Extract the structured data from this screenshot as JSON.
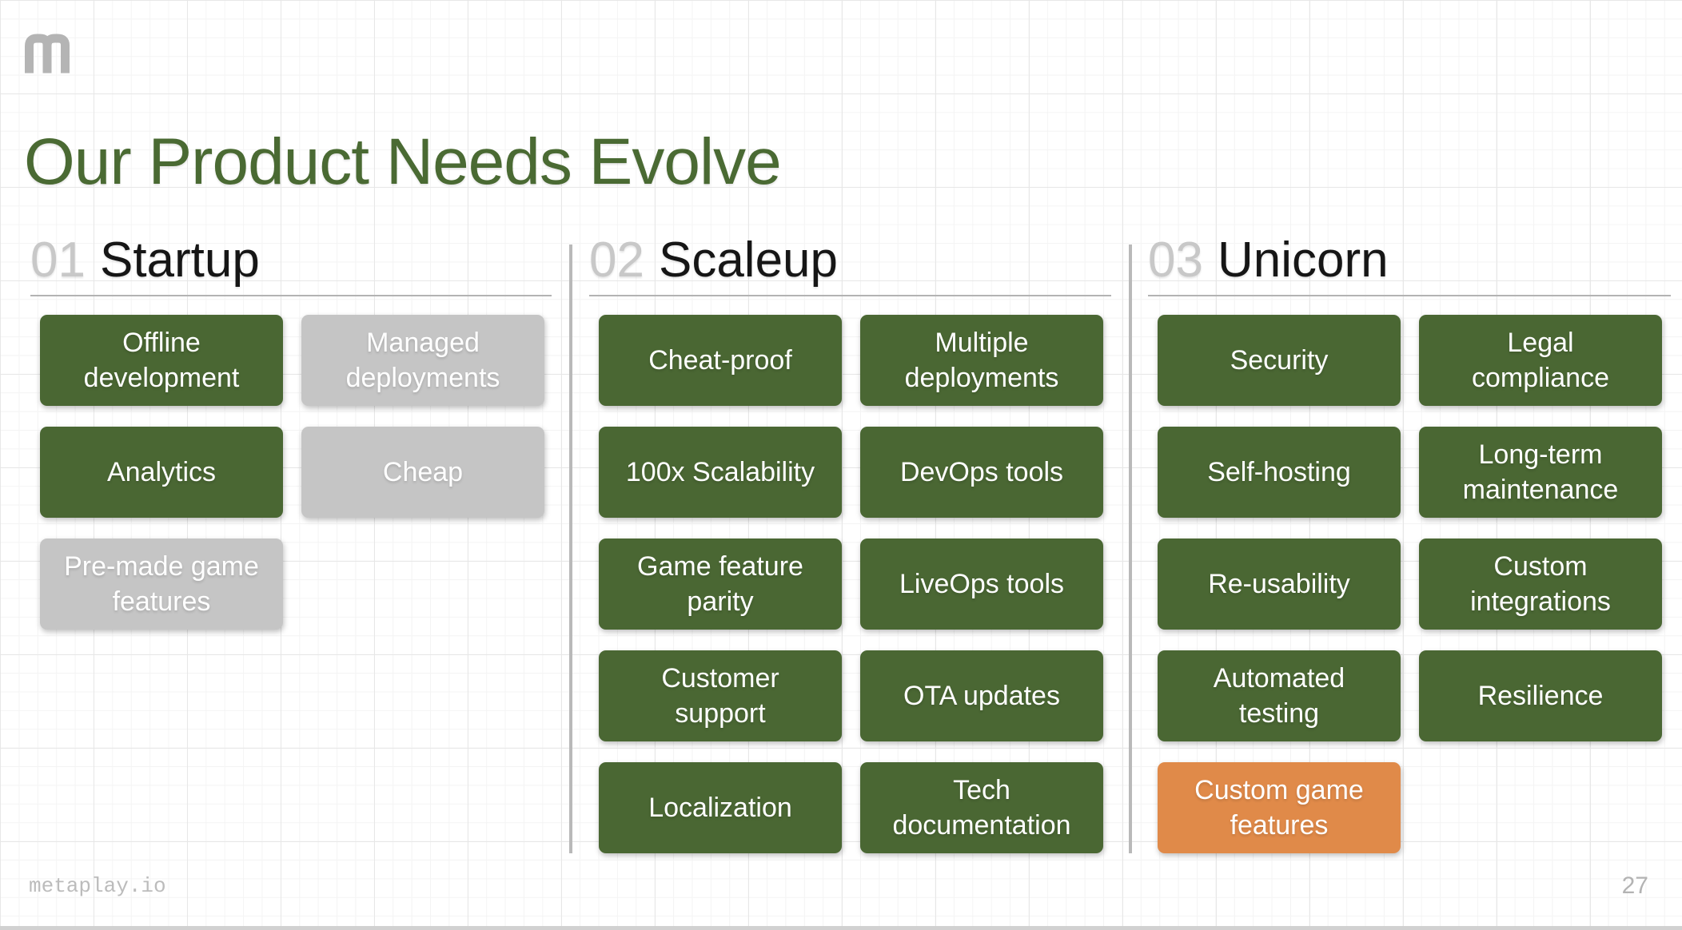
{
  "slide": {
    "title": "Our Product Needs Evolve",
    "logo": "metaplay-m-logo",
    "footer": {
      "site": "metaplay.io",
      "page_number": "27"
    }
  },
  "colors": {
    "chip_green": "#4a6733",
    "chip_gray": "#c5c5c5",
    "chip_orange": "#e08a49",
    "title_green": "#4a6a33",
    "heading_number_gray": "#c8c8c8",
    "heading_text": "#161616"
  },
  "columns": [
    {
      "number": "01",
      "name": "Startup",
      "chips": [
        {
          "label": "Offline development",
          "variant": "green"
        },
        {
          "label": "Managed deployments",
          "variant": "gray"
        },
        {
          "label": "Analytics",
          "variant": "green"
        },
        {
          "label": "Cheap",
          "variant": "gray"
        },
        {
          "label": "Pre-made game features",
          "variant": "gray"
        }
      ]
    },
    {
      "number": "02",
      "name": "Scaleup",
      "chips": [
        {
          "label": "Cheat-proof",
          "variant": "green"
        },
        {
          "label": "Multiple deployments",
          "variant": "green"
        },
        {
          "label": "100x Scalability",
          "variant": "green"
        },
        {
          "label": "DevOps tools",
          "variant": "green"
        },
        {
          "label": "Game feature parity",
          "variant": "green"
        },
        {
          "label": "LiveOps tools",
          "variant": "green"
        },
        {
          "label": "Customer support",
          "variant": "green"
        },
        {
          "label": "OTA updates",
          "variant": "green"
        },
        {
          "label": "Localization",
          "variant": "green"
        },
        {
          "label": "Tech documentation",
          "variant": "green"
        }
      ]
    },
    {
      "number": "03",
      "name": "Unicorn",
      "chips": [
        {
          "label": "Security",
          "variant": "green"
        },
        {
          "label": "Legal compliance",
          "variant": "green"
        },
        {
          "label": "Self-hosting",
          "variant": "green"
        },
        {
          "label": "Long-term maintenance",
          "variant": "green"
        },
        {
          "label": "Re-usability",
          "variant": "green"
        },
        {
          "label": "Custom integrations",
          "variant": "green"
        },
        {
          "label": "Automated testing",
          "variant": "green"
        },
        {
          "label": "Resilience",
          "variant": "green"
        },
        {
          "label": "Custom game features",
          "variant": "orange"
        }
      ]
    }
  ]
}
